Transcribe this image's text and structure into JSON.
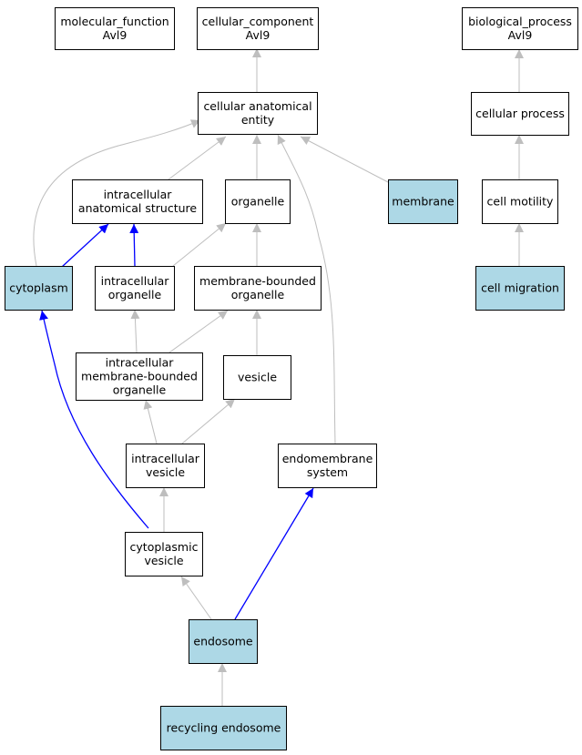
{
  "colors": {
    "highlight_fill": "#add8e6",
    "default_fill": "#ffffff",
    "gray_edge": "#bebebe",
    "blue_edge": "#0000ff"
  },
  "nodes": {
    "molecular_function": {
      "lines": [
        "molecular_function",
        "Avl9"
      ],
      "highlighted": false
    },
    "cellular_component": {
      "lines": [
        "cellular_component",
        "Avl9"
      ],
      "highlighted": false
    },
    "biological_process": {
      "lines": [
        "biological_process",
        "Avl9"
      ],
      "highlighted": false
    },
    "cellular_anatomical_entity": {
      "lines": [
        "cellular anatomical",
        "entity"
      ],
      "highlighted": false
    },
    "cellular_process": {
      "lines": [
        "cellular process"
      ],
      "highlighted": false
    },
    "intracellular_anatomical_structure": {
      "lines": [
        "intracellular",
        "anatomical structure"
      ],
      "highlighted": false
    },
    "organelle": {
      "lines": [
        "organelle"
      ],
      "highlighted": false
    },
    "membrane": {
      "lines": [
        "membrane"
      ],
      "highlighted": true
    },
    "cell_motility": {
      "lines": [
        "cell motility"
      ],
      "highlighted": false
    },
    "cytoplasm": {
      "lines": [
        "cytoplasm"
      ],
      "highlighted": true
    },
    "intracellular_organelle": {
      "lines": [
        "intracellular",
        "organelle"
      ],
      "highlighted": false
    },
    "membrane_bounded_organelle": {
      "lines": [
        "membrane-bounded",
        "organelle"
      ],
      "highlighted": false
    },
    "cell_migration": {
      "lines": [
        "cell migration"
      ],
      "highlighted": true
    },
    "intracellular_membrane_bounded_organelle": {
      "lines": [
        "intracellular",
        "membrane-bounded",
        "organelle"
      ],
      "highlighted": false
    },
    "vesicle": {
      "lines": [
        "vesicle"
      ],
      "highlighted": false
    },
    "intracellular_vesicle": {
      "lines": [
        "intracellular",
        "vesicle"
      ],
      "highlighted": false
    },
    "endomembrane_system": {
      "lines": [
        "endomembrane",
        "system"
      ],
      "highlighted": false
    },
    "cytoplasmic_vesicle": {
      "lines": [
        "cytoplasmic",
        "vesicle"
      ],
      "highlighted": false
    },
    "endosome": {
      "lines": [
        "endosome"
      ],
      "highlighted": true
    },
    "recycling_endosome": {
      "lines": [
        "recycling endosome"
      ],
      "highlighted": true
    }
  },
  "edges": [
    {
      "from": "cellular_anatomical_entity",
      "to": "cellular_component",
      "color": "gray"
    },
    {
      "from": "cellular_process",
      "to": "biological_process",
      "color": "gray"
    },
    {
      "from": "cell_motility",
      "to": "cellular_process",
      "color": "gray"
    },
    {
      "from": "cell_migration",
      "to": "cell_motility",
      "color": "gray"
    },
    {
      "from": "intracellular_anatomical_structure",
      "to": "cellular_anatomical_entity",
      "color": "gray"
    },
    {
      "from": "organelle",
      "to": "cellular_anatomical_entity",
      "color": "gray"
    },
    {
      "from": "membrane",
      "to": "cellular_anatomical_entity",
      "color": "gray"
    },
    {
      "from": "cytoplasm",
      "to": "cellular_anatomical_entity",
      "color": "gray"
    },
    {
      "from": "endomembrane_system",
      "to": "cellular_anatomical_entity",
      "color": "gray"
    },
    {
      "from": "cytoplasm",
      "to": "intracellular_anatomical_structure",
      "color": "blue"
    },
    {
      "from": "intracellular_organelle",
      "to": "intracellular_anatomical_structure",
      "color": "blue"
    },
    {
      "from": "intracellular_organelle",
      "to": "organelle",
      "color": "gray"
    },
    {
      "from": "membrane_bounded_organelle",
      "to": "organelle",
      "color": "gray"
    },
    {
      "from": "intracellular_membrane_bounded_organelle",
      "to": "intracellular_organelle",
      "color": "gray"
    },
    {
      "from": "intracellular_membrane_bounded_organelle",
      "to": "membrane_bounded_organelle",
      "color": "gray"
    },
    {
      "from": "vesicle",
      "to": "membrane_bounded_organelle",
      "color": "gray"
    },
    {
      "from": "intracellular_vesicle",
      "to": "intracellular_membrane_bounded_organelle",
      "color": "gray"
    },
    {
      "from": "intracellular_vesicle",
      "to": "vesicle",
      "color": "gray"
    },
    {
      "from": "cytoplasmic_vesicle",
      "to": "intracellular_vesicle",
      "color": "gray"
    },
    {
      "from": "cytoplasmic_vesicle",
      "to": "cytoplasm",
      "color": "blue"
    },
    {
      "from": "endosome",
      "to": "cytoplasmic_vesicle",
      "color": "gray"
    },
    {
      "from": "endosome",
      "to": "endomembrane_system",
      "color": "blue"
    },
    {
      "from": "recycling_endosome",
      "to": "endosome",
      "color": "gray"
    }
  ]
}
